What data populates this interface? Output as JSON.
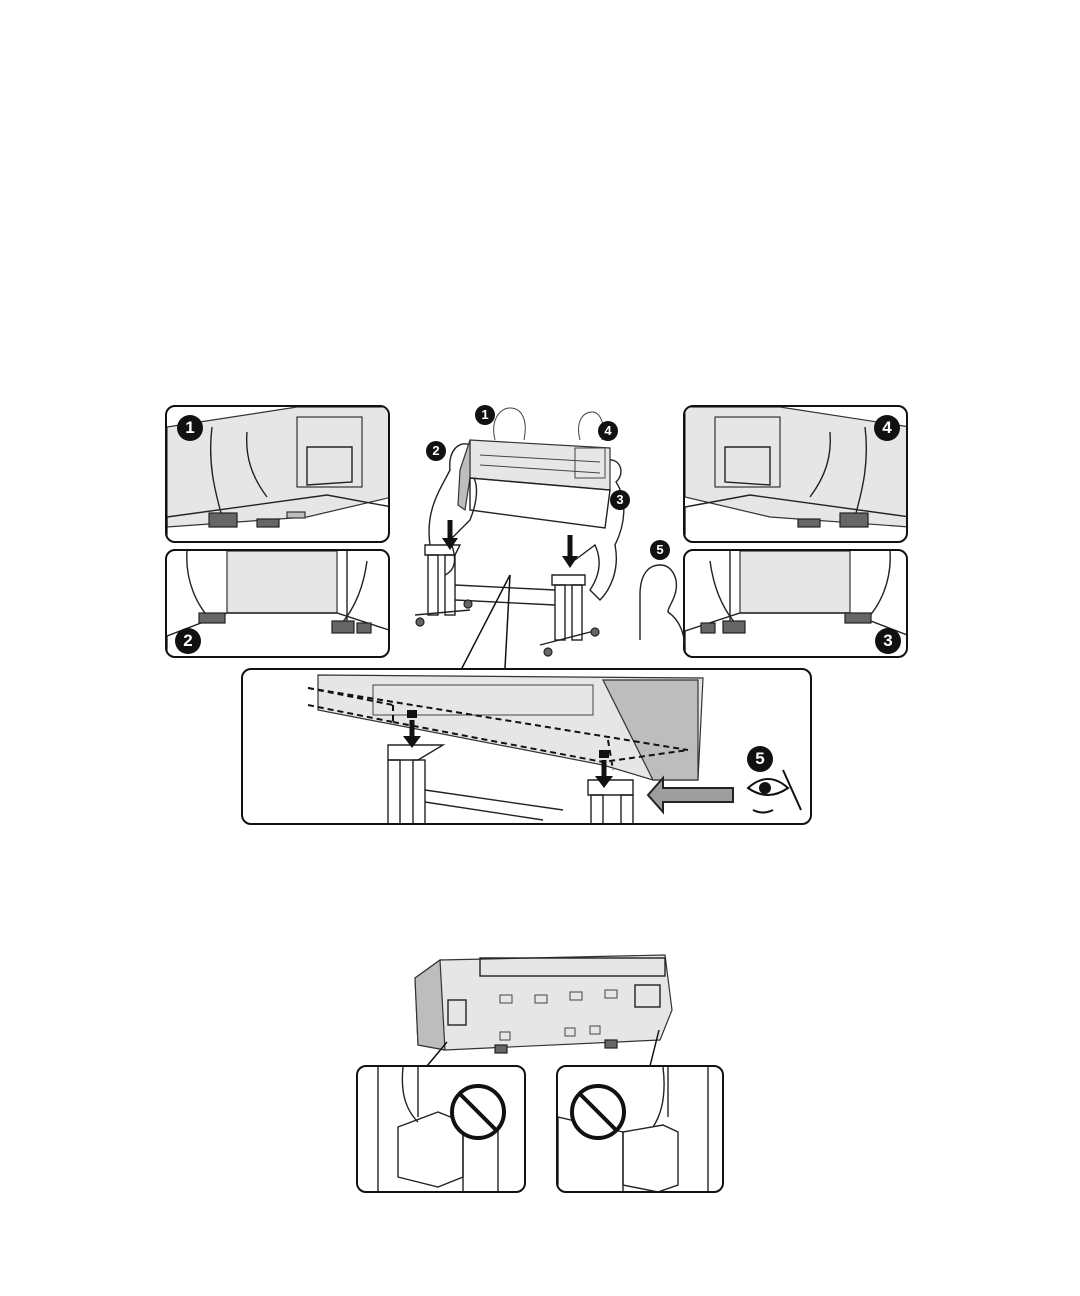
{
  "figure_top": {
    "center_badges": [
      "1",
      "2",
      "3",
      "4",
      "5"
    ],
    "panel_tl_badge": "1",
    "panel_ml_badge": "2",
    "panel_tr_badge": "4",
    "panel_mr_badge": "3",
    "zoom_badge": "5"
  },
  "figure_bottom": {}
}
